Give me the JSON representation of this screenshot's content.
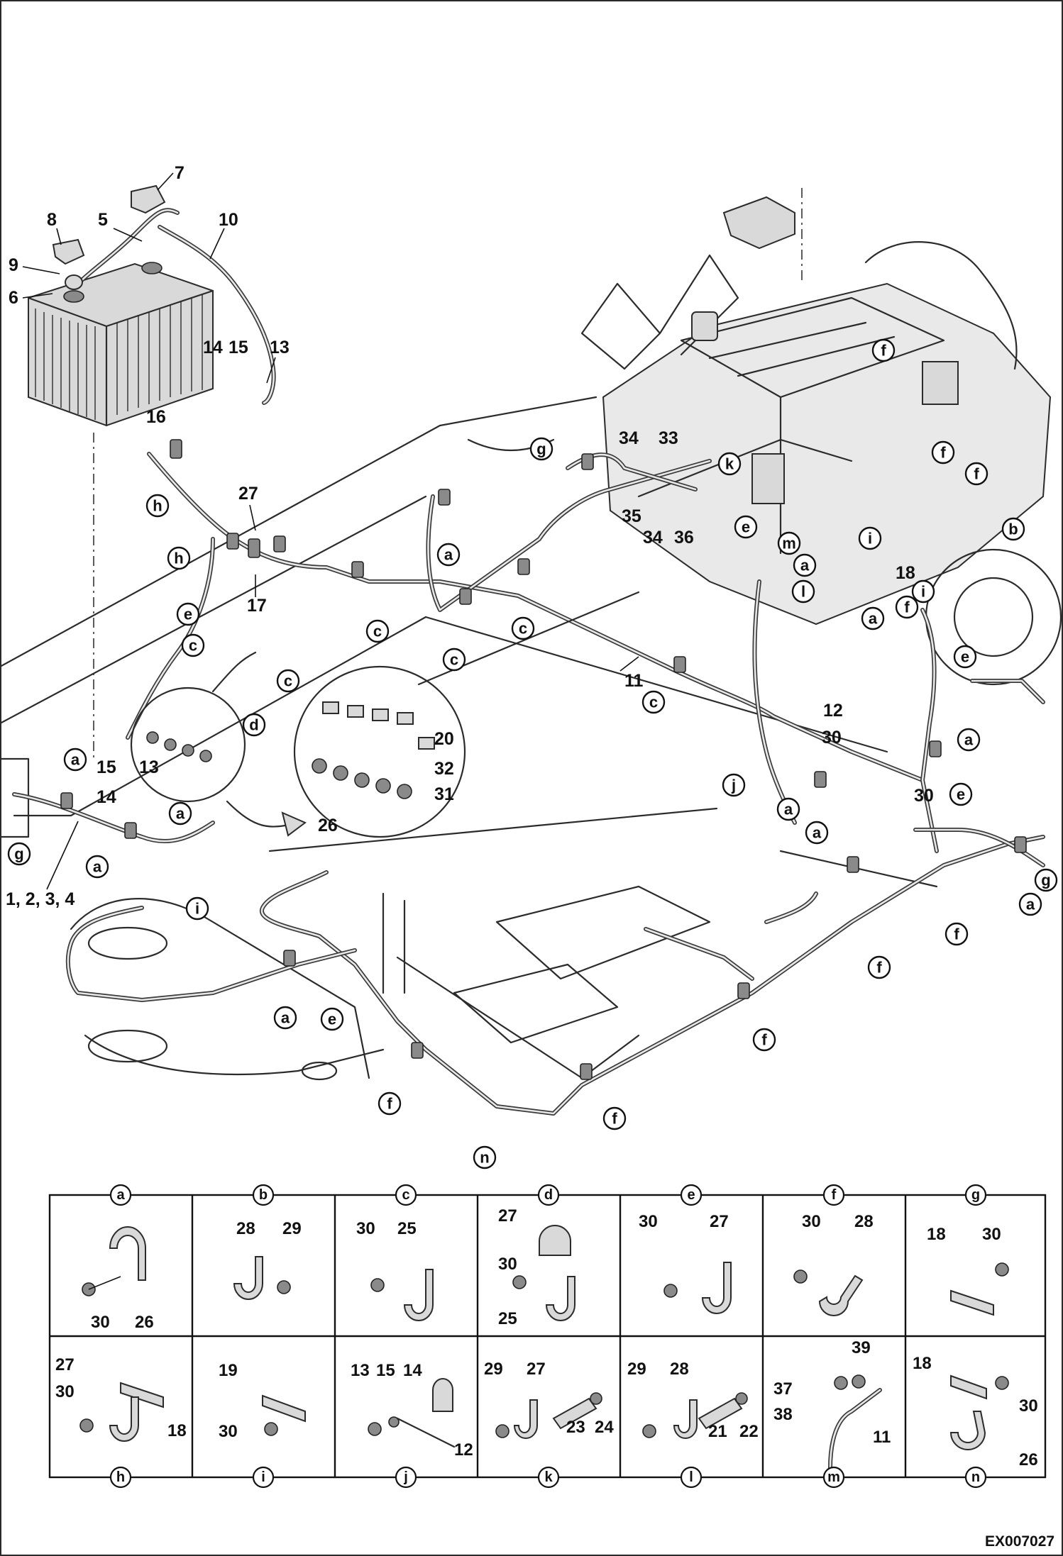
{
  "drawing_code": "EX007027",
  "part_numbers": {
    "p1234": "1, 2, 3, 4",
    "p5": "5",
    "p6": "6",
    "p7": "7",
    "p8": "8",
    "p9": "9",
    "p10": "10",
    "p11": "11",
    "p12": "12",
    "p13": "13",
    "p14": "14",
    "p15": "15",
    "p16": "16",
    "p17": "17",
    "p18": "18",
    "p20": "20",
    "p26": "26",
    "p27": "27",
    "p30": "30",
    "p31": "31",
    "p32": "32",
    "p33": "33",
    "p34": "34",
    "p35": "35",
    "p36": "36"
  },
  "clamp_letters": {
    "a": "a",
    "b": "b",
    "c": "c",
    "d": "d",
    "e": "e",
    "f": "f",
    "g": "g",
    "h": "h",
    "i": "i",
    "j": "j",
    "k": "k",
    "l": "l",
    "m": "m",
    "n": "n"
  },
  "detail_table": {
    "row1": [
      {
        "letter": "a",
        "parts": [
          "30",
          "26"
        ]
      },
      {
        "letter": "b",
        "parts": [
          "28",
          "29"
        ]
      },
      {
        "letter": "c",
        "parts": [
          "30",
          "25"
        ]
      },
      {
        "letter": "d",
        "parts": [
          "27",
          "30",
          "25"
        ]
      },
      {
        "letter": "e",
        "parts": [
          "30",
          "27"
        ]
      },
      {
        "letter": "f",
        "parts": [
          "30",
          "28"
        ]
      },
      {
        "letter": "g",
        "parts": [
          "18",
          "30"
        ]
      }
    ],
    "row2": [
      {
        "letter": "h",
        "parts": [
          "27",
          "30",
          "18"
        ]
      },
      {
        "letter": "i",
        "parts": [
          "19",
          "30"
        ]
      },
      {
        "letter": "j",
        "parts": [
          "13",
          "15",
          "14",
          "12"
        ]
      },
      {
        "letter": "k",
        "parts": [
          "29",
          "27",
          "23",
          "24"
        ]
      },
      {
        "letter": "l",
        "parts": [
          "29",
          "28",
          "21",
          "22"
        ]
      },
      {
        "letter": "m",
        "parts": [
          "39",
          "37",
          "38",
          "11"
        ]
      },
      {
        "letter": "n",
        "parts": [
          "18",
          "30",
          "26"
        ]
      }
    ]
  }
}
